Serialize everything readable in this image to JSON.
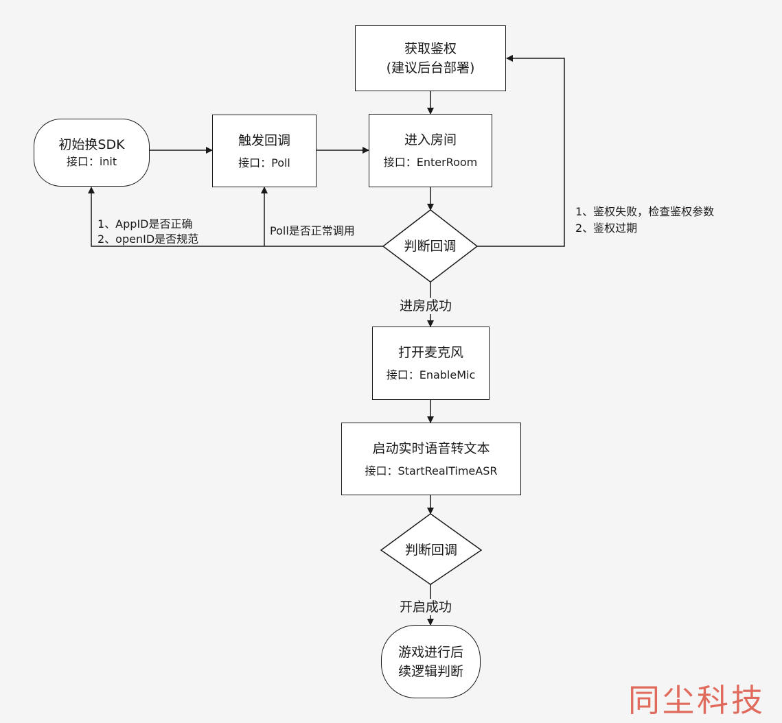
{
  "nodes": {
    "get_auth": {
      "line1": "获取鉴权",
      "line2": "(建议后台部署)"
    },
    "init_sdk": {
      "title": "初始换SDK",
      "api": "接口：init"
    },
    "poll": {
      "title": "触发回调",
      "api": "接口：Poll"
    },
    "enter_room": {
      "title": "进入房间",
      "api": "接口：EnterRoom"
    },
    "decision_1": {
      "label": "判断回调"
    },
    "enable_mic": {
      "title": "打开麦克风",
      "api": "接口：EnableMic"
    },
    "start_asr": {
      "title": "启动实时语音转文本",
      "api": "接口：StartRealTimeASR"
    },
    "decision_2": {
      "label": "判断回调"
    },
    "game_logic": {
      "line1": "游戏进行后",
      "line2": "续逻辑判断"
    }
  },
  "edge_labels": {
    "init_check_1": "1、AppID是否正确",
    "init_check_2": "2、openID是否规范",
    "poll_check": "Poll是否正常调用",
    "auth_fail_1": "1、鉴权失败，检查鉴权参数",
    "auth_fail_2": "2、鉴权过期",
    "room_success": "进房成功",
    "asr_success": "开启成功"
  },
  "watermark": "同尘科技",
  "colors": {
    "line": "#1a1a1a",
    "box_fill": "#ffffff",
    "background": "#f5f5f5",
    "watermark": "#e06a5c"
  }
}
